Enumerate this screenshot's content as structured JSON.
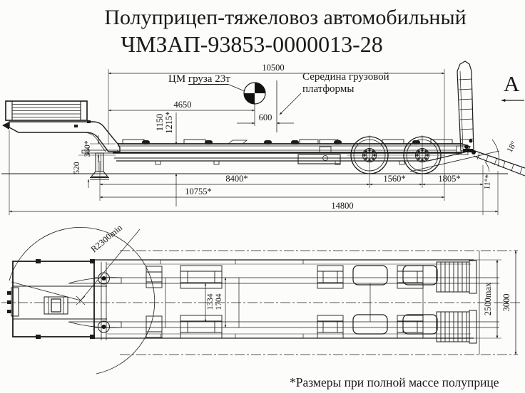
{
  "title": {
    "line1": "Полуприцеп-тяжеловоз автомобильный",
    "line2": "ЧМЗАП-93853-0000013-28"
  },
  "side_view": {
    "dim_platform_length": "10500",
    "cm_label": "ЦМ груза 23т",
    "mid_label_line1": "Середина грузовой",
    "mid_label_line2": "платформы",
    "dim_front_to_cm": "4650",
    "dim_cm_to_mid": "600",
    "dim_height_1": "1150",
    "dim_height_2": "1215*",
    "dim_step": "360*",
    "dim_coupling_height": "520",
    "dim_kingpin_to_axle": "8400*",
    "dim_axle_base": "1560*",
    "dim_rear": "1805*",
    "dim_kingpin_to_end": "10755*",
    "dim_overall_length": "14800",
    "angle_departure": "11°*",
    "angle_ramp": "18°",
    "view_marker": "А"
  },
  "plan_view": {
    "radius_label": "R2300min",
    "dim_width_inner": "1334",
    "dim_width_beams": "1704",
    "dim_width_platform": "2500max",
    "dim_width_overall": "3000"
  },
  "footnote": "*Размеры при полной массе полуприце"
}
